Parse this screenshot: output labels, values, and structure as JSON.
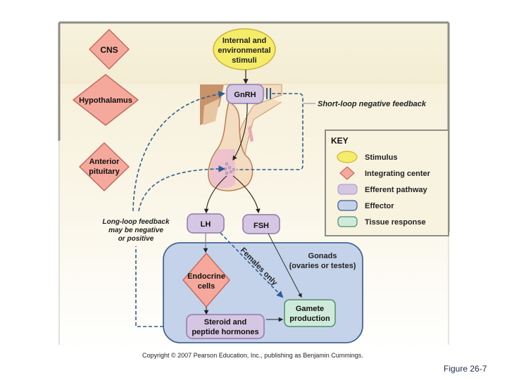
{
  "diagram": {
    "stimulus": {
      "lines": [
        "Internal and",
        "environmental",
        "stimuli"
      ]
    },
    "left_labels": {
      "cns": [
        "CNS"
      ],
      "hypothalamus": [
        "Hypothalamus"
      ],
      "anterior_pituitary": [
        "Anterior",
        "pituitary"
      ]
    },
    "hormones": {
      "gnrh": "GnRH",
      "lh": "LH",
      "fsh": "FSH"
    },
    "short_loop_label": "Short-loop negative feedback",
    "long_loop_label": [
      "Long-loop feedback",
      "may be negative",
      "or positive"
    ],
    "gonads_label": [
      "Gonads",
      "(ovaries or testes)"
    ],
    "females_only": "Females only",
    "endocrine_cells": [
      "Endocrine",
      "cells"
    ],
    "steroid_hormones": [
      "Steroid and",
      "peptide hormones"
    ],
    "gamete_production": [
      "Gamete",
      "production"
    ],
    "key": {
      "title": "KEY",
      "items": [
        {
          "label": "Stimulus",
          "shape": "ellipse",
          "color": "#f5ec6a"
        },
        {
          "label": "Integrating center",
          "shape": "diamond",
          "color": "#f4a99c"
        },
        {
          "label": "Efferent pathway",
          "shape": "rounded-rect",
          "color": "#d5c6e3"
        },
        {
          "label": "Effector",
          "shape": "rounded-rect",
          "color": "#c4d3ea"
        },
        {
          "label": "Tissue response",
          "shape": "rounded-rect",
          "color": "#cfeadb"
        }
      ]
    }
  },
  "footer": {
    "copyright": "Copyright © 2007 Pearson Education, Inc., publishing as Benjamin Cummings.",
    "figure_label": "Figure 26-7"
  },
  "colors": {
    "integrating_center": "#f4a99c",
    "efferent": "#d5c6e3",
    "effector": "#c4d3ea",
    "tissue_response": "#cfeadb",
    "stimulus": "#f5ec6a",
    "feedback_line": "#2f5f8a"
  }
}
